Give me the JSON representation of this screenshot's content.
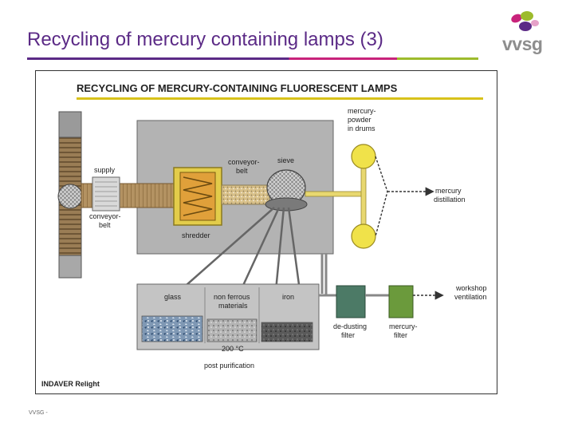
{
  "slide": {
    "title": "Recycling of mercury containing lamps (3)",
    "footer": "VVSG -"
  },
  "logo": {
    "text": "vvsg"
  },
  "diagram": {
    "heading": "RECYCLING OF MERCURY-CONTAINING FLUORESCENT LAMPS",
    "labels": {
      "supply": "supply",
      "conveyor_left_1": "conveyor-",
      "conveyor_left_2": "belt",
      "conveyor_top_1": "conveyor-",
      "conveyor_top_2": "belt",
      "sieve": "sieve",
      "shredder": "shredder",
      "mercury_powder_1": "mercury-",
      "mercury_powder_2": "powder",
      "mercury_powder_3": "in drums",
      "distillation_1": "mercury",
      "distillation_2": "distillation",
      "glass": "glass",
      "non_ferrous_1": "non ferrous",
      "non_ferrous_2": "materials",
      "iron": "iron",
      "temperature": "200 °C",
      "post_purification": "post purification",
      "dedusting_1": "de-dusting",
      "dedusting_2": "filter",
      "mercury_filter_1": "mercury-",
      "mercury_filter_2": "filter",
      "workshop_1": "workshop",
      "workshop_2": "ventilation",
      "credit": "INDAVER Relight"
    }
  }
}
